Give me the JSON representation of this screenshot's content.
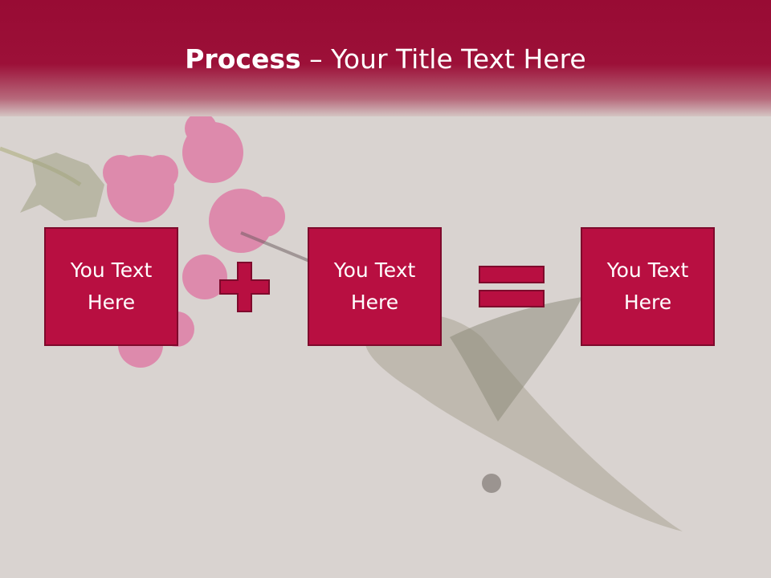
{
  "slide": {
    "title_bold": "Process",
    "title_rest": " – Your Title Text Here",
    "boxes": [
      {
        "text": "You Text Here"
      },
      {
        "text": "You Text Here"
      },
      {
        "text": "You Text Here"
      }
    ],
    "operators": [
      "plus",
      "equals"
    ]
  },
  "colors": {
    "header": "#980b34",
    "box_fill": "#b80f41",
    "box_border": "#7e0a2c",
    "background": "#d9d3d0",
    "text": "#ffffff"
  }
}
